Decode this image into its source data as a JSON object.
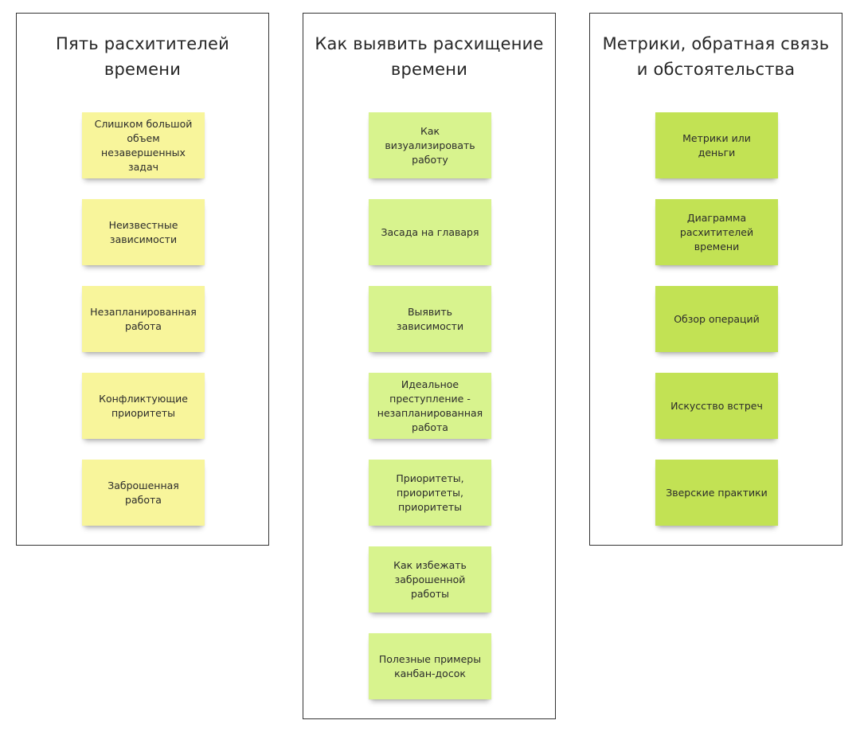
{
  "columns": [
    {
      "title": "Пять расхитителей времени",
      "note_color": "#f8f59b",
      "notes": [
        "Слишком большой объем незавершенных задач",
        "Неизвестные зависимости",
        "Незапланированная работа",
        "Конфликтующие приоритеты",
        "Заброшенная работа"
      ]
    },
    {
      "title": "Как выявить расхищение времени",
      "note_color": "#d8f38e",
      "notes": [
        "Как визуализировать работу",
        "Засада на главаря",
        "Выявить зависимости",
        "Идеальное преступление - незапланированная работа",
        "Приоритеты, приоритеты, приоритеты",
        "Как избежать заброшенной работы",
        "Полезные примеры канбан-досок"
      ]
    },
    {
      "title": "Метрики, обратная связь и обстоятельства",
      "note_color": "#c2e254",
      "notes": [
        "Метрики или деньги",
        "Диаграмма расхитителей времени",
        "Обзор операций",
        "Искусство встреч",
        "Зверские практики"
      ]
    }
  ]
}
